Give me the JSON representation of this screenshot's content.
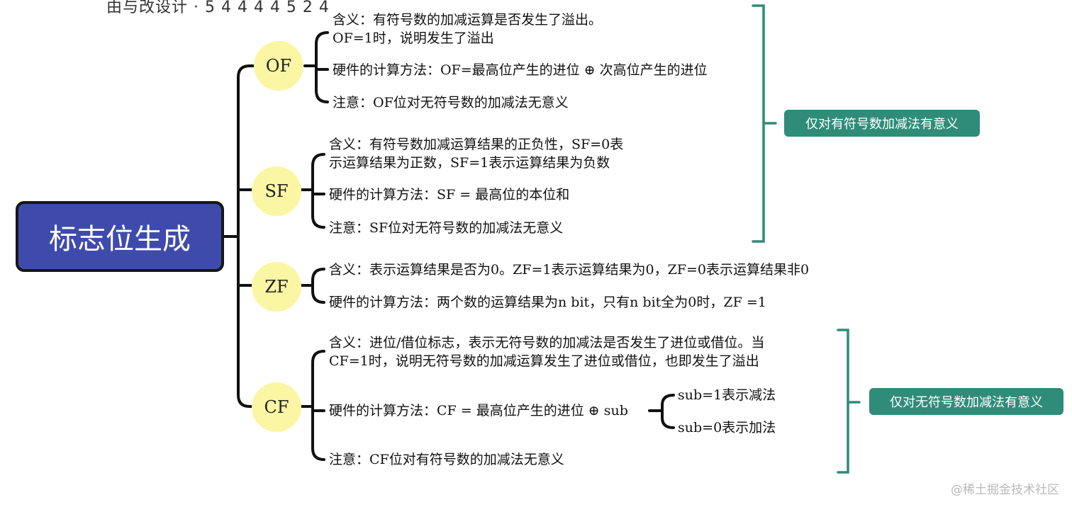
{
  "cut_text": "由与改设计 · 5 4 4 4 4 5 2 4",
  "root": {
    "label": "标志位生成"
  },
  "branches": [
    {
      "flag": "OF",
      "items": [
        "含义：有符号数的加减运算是否发生了溢出。\nOF=1时，说明发生了溢出",
        "硬件的计算方法：OF=最高位产生的进位 ⊕ 次高位产生的进位",
        "注意：OF位对无符号数的加减法无意义"
      ]
    },
    {
      "flag": "SF",
      "items": [
        "含义：有符号数加减运算结果的正负性，SF=0表\n示运算结果为正数，SF=1表示运算结果为负数",
        "硬件的计算方法：SF = 最高位的本位和",
        "注意：SF位对无符号数的加减法无意义"
      ]
    },
    {
      "flag": "ZF",
      "items": [
        "含义：表示运算结果是否为0。ZF=1表示运算结果为0，ZF=0表示运算结果非0",
        "硬件的计算方法：两个数的运算结果为n bit，只有n bit全为0时，ZF =1"
      ]
    },
    {
      "flag": "CF",
      "items": [
        "含义：进位/借位标志，表示无符号数的加减法是否发生了进位或借位。当\nCF=1时，说明无符号数的加减运算发生了进位或借位，也即发生了溢出",
        "硬件的计算方法：CF = 最高位产生的进位 ⊕ sub",
        "注意：CF位对有符号数的加减法无意义"
      ],
      "sub": [
        "sub=1表示减法",
        "sub=0表示加法"
      ]
    }
  ],
  "badges": {
    "signed": "仅对有符号数加减法有意义",
    "unsigned": "仅对无符号数加减法有意义"
  },
  "colors": {
    "root_fill": "#3f4bac",
    "flag_fill": "#fbf6a4",
    "badge_fill": "#2f8c78",
    "bracket": "#2f8c78",
    "line": "#111111"
  },
  "watermark": "@稀土掘金技术社区"
}
